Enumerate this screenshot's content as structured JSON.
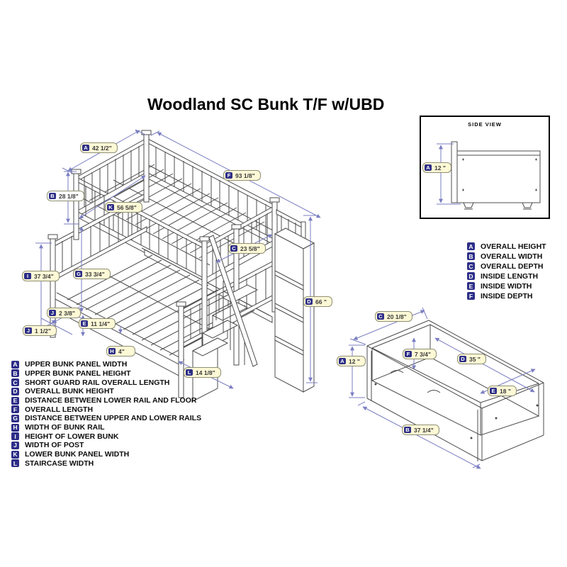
{
  "title": "Woodland SC Bunk T/F w/UBD",
  "colors": {
    "badge_navy": "#2d2e87",
    "dimension_line_blue": "#7a7ec2",
    "chip_cream": "#fdf8d6",
    "drawing_line_gray": "#4c4c4c"
  },
  "side_view": {
    "title": "SIDE VIEW",
    "dim": {
      "letter": "A",
      "value": "12 \""
    }
  },
  "bed_dimensions": [
    {
      "letter": "A",
      "value": "42 1/2\""
    },
    {
      "letter": "F",
      "value": "93 1/8\""
    },
    {
      "letter": "B",
      "value": "28 1/8\""
    },
    {
      "letter": "K",
      "value": "56 5/8\""
    },
    {
      "letter": "C",
      "value": "23 5/8\""
    },
    {
      "letter": "I",
      "value": "37 3/4\""
    },
    {
      "letter": "G",
      "value": "33 3/4\""
    },
    {
      "letter": "D",
      "value": "66 \""
    },
    {
      "letter": "J",
      "value": "2 3/8\""
    },
    {
      "letter": "E",
      "value": "11 1/4\""
    },
    {
      "letter": "J",
      "value": "1 1/2\""
    },
    {
      "letter": "H",
      "value": "4\""
    },
    {
      "letter": "L",
      "value": "14 1/8\""
    }
  ],
  "drawer_dimensions": [
    {
      "letter": "C",
      "value": "20 1/8\""
    },
    {
      "letter": "A",
      "value": "12 \""
    },
    {
      "letter": "F",
      "value": "7 3/4\""
    },
    {
      "letter": "D",
      "value": "35 \""
    },
    {
      "letter": "E",
      "value": "18 \""
    },
    {
      "letter": "B",
      "value": "37 1/4\""
    }
  ],
  "bunk_legend": [
    {
      "letter": "A",
      "label": "UPPER BUNK PANEL WIDTH"
    },
    {
      "letter": "B",
      "label": "UPPER BUNK PANEL HEIGHT"
    },
    {
      "letter": "C",
      "label": "SHORT GUARD RAIL OVERALL LENGTH"
    },
    {
      "letter": "D",
      "label": "OVERALL BUNK HEIGHT"
    },
    {
      "letter": "E",
      "label": "DISTANCE BETWEEN LOWER RAIL AND FLOOR"
    },
    {
      "letter": "F",
      "label": "OVERALL LENGTH"
    },
    {
      "letter": "G",
      "label": "DISTANCE BETWEEN UPPER AND LOWER RAILS"
    },
    {
      "letter": "H",
      "label": "WIDTH OF BUNK RAIL"
    },
    {
      "letter": "I",
      "label": "HEIGHT OF LOWER BUNK"
    },
    {
      "letter": "J",
      "label": "WIDTH OF POST"
    },
    {
      "letter": "K",
      "label": "LOWER BUNK PANEL WIDTH"
    },
    {
      "letter": "L",
      "label": "STAIRCASE WIDTH"
    }
  ],
  "drawer_legend": [
    {
      "letter": "A",
      "label": "OVERALL HEIGHT"
    },
    {
      "letter": "B",
      "label": "OVERALL WIDTH"
    },
    {
      "letter": "C",
      "label": "OVERALL DEPTH"
    },
    {
      "letter": "D",
      "label": "INSIDE LENGTH"
    },
    {
      "letter": "E",
      "label": "INSIDE WIDTH"
    },
    {
      "letter": "F",
      "label": "INSIDE DEPTH"
    }
  ]
}
